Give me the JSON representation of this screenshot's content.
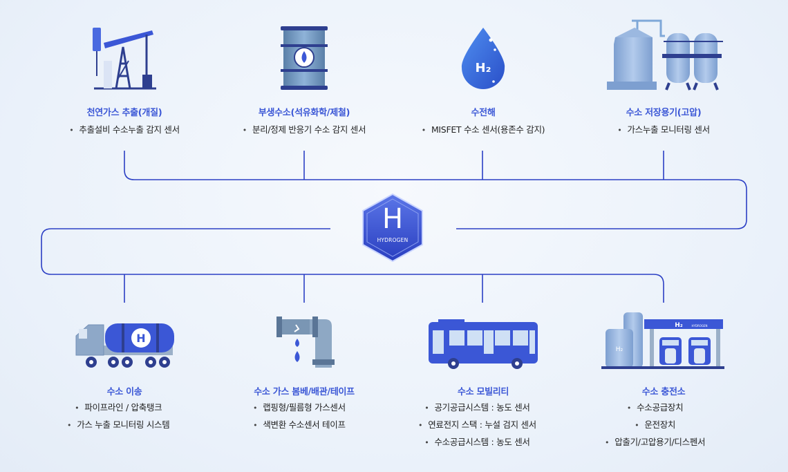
{
  "center": {
    "letter": "H",
    "caption": "HYDROGEN"
  },
  "top_nodes": [
    {
      "title": "천연가스 추출(개질)",
      "bullets": [
        "추출설비 수소누출 감지 센서"
      ],
      "icon": "oil-pump-icon"
    },
    {
      "title": "부생수소(석유화학/제철)",
      "bullets": [
        "분리/정제 반응기 수소 감지 센서"
      ],
      "icon": "oil-barrel-icon"
    },
    {
      "title": "수전해",
      "bullets": [
        "MISFET 수소 센서(용존수 감지)"
      ],
      "icon": "h2-water-drop-icon",
      "drop_label": "H₂"
    },
    {
      "title": "수소 저장용기(고압)",
      "bullets": [
        "가스누출 모니터링 센서"
      ],
      "icon": "storage-tanks-icon"
    }
  ],
  "bottom_nodes": [
    {
      "title": "수소 이송",
      "bullets": [
        "파이프라인 / 압축탱크",
        "가스 누출 모니터링 시스템"
      ],
      "icon": "tanker-truck-icon",
      "tank_label": "H"
    },
    {
      "title": "수소 가스 봄베/배관/테이프",
      "bullets": [
        "랩핑형/필름형 가스센서",
        "색변환 수소센서 테이프"
      ],
      "icon": "leaking-pipe-icon"
    },
    {
      "title": "수소 모빌리티",
      "bullets": [
        "공기공급시스템 : 농도 센서",
        "연료전지 스택 : 누설 검지 센서",
        "수소공급시스템 : 농도 센서"
      ],
      "icon": "bus-icon"
    },
    {
      "title": "수소 충전소",
      "bullets": [
        "수소공급장치",
        "운전장치",
        "압출기/고압용기/디스펜서"
      ],
      "icon": "charging-station-icon",
      "station_sign": "H₂",
      "station_sign_small": "HYDROGEN",
      "tank_label": "H₂"
    }
  ],
  "colors": {
    "accent": "#3b57d6",
    "line": "#2b3fc4",
    "dark_blue": "#2e3f8f",
    "light_blue": "#7fa8d8"
  }
}
